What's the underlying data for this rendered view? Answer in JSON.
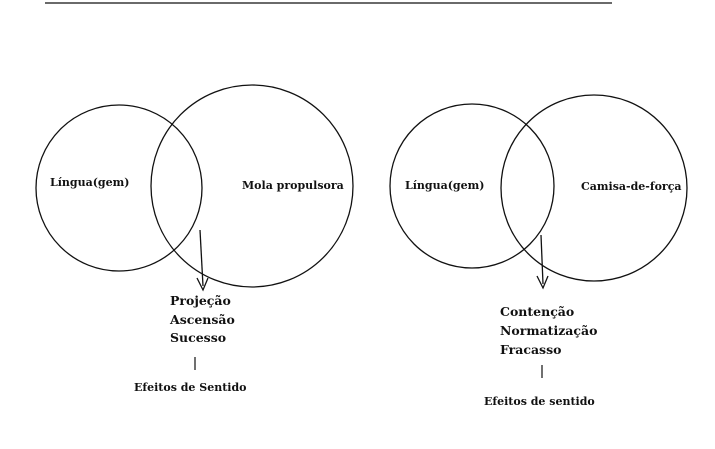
{
  "colors": {
    "ink": "#111111",
    "background": "#ffffff"
  },
  "left_diagram": {
    "circle_left_label": "Língua(gem)",
    "circle_right_label": "Mola propulsora",
    "results": [
      "Projeção",
      "Ascensão",
      "Sucesso"
    ],
    "effects_label": "Efeitos de Sentido"
  },
  "right_diagram": {
    "circle_left_label": "Língua(gem)",
    "circle_right_label": "Camisa-de-força",
    "results": [
      "Contenção",
      "Normatização",
      "Fracasso"
    ],
    "effects_label": "Efeitos de sentido"
  }
}
